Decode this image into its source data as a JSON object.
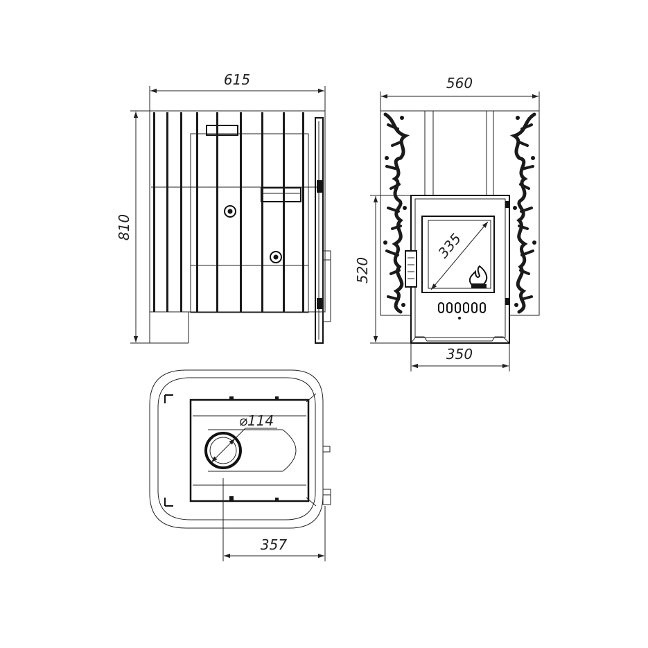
{
  "dimensions": {
    "side_width": "615",
    "front_width": "560",
    "side_height": "810",
    "front_height": "520",
    "glass_diagonal": "335",
    "door_width": "350",
    "flue_diameter": "⌀114",
    "top_offset": "357"
  },
  "colors": {
    "line": "#1a1a1a",
    "background": "#ffffff"
  }
}
